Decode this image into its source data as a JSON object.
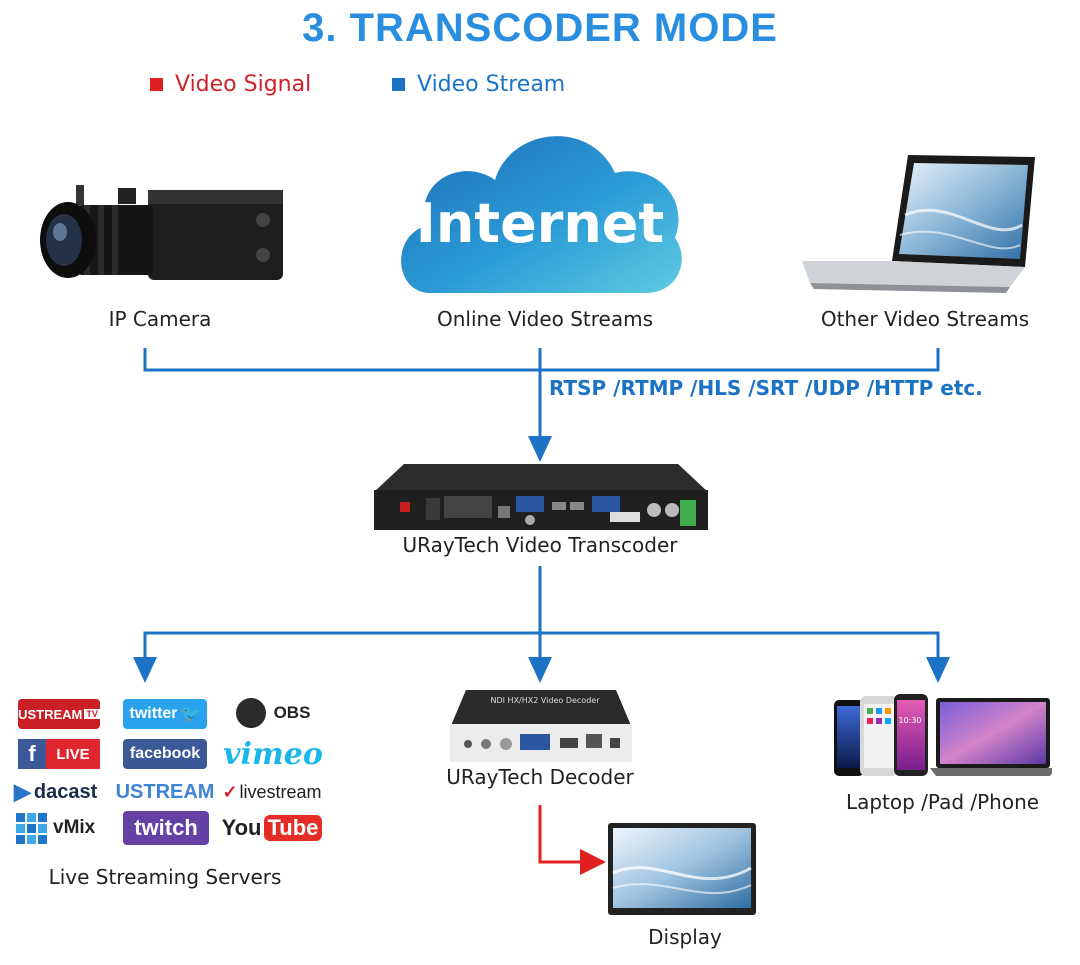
{
  "title": "3. TRANSCODER MODE",
  "colors": {
    "title": "#2a8ee0",
    "signal": "#e02020",
    "stream": "#1c72c5",
    "signal_text": "#d0202a",
    "stream_text": "#1a73c9"
  },
  "legend": {
    "signal": "Video Signal",
    "stream": "Video Stream"
  },
  "sources": {
    "camera": "IP Camera",
    "online": "Online Video Streams",
    "other": "Other Video Streams"
  },
  "cloud_text": "Internet",
  "protocols": "RTSP /RTMP /HLS /SRT /UDP /HTTP etc.",
  "transcoder": "URayTech Video Transcoder",
  "decoder": "URayTech Decoder",
  "decoder_panel_text": "NDI HX/HX2 Video Decoder",
  "display": "Display",
  "devices": "Laptop /Pad /Phone",
  "servers_label": "Live Streaming Servers",
  "phone_time": "10:30",
  "servers": {
    "ustreamtv": "USTREAM",
    "ustreamtv_badge": "TV",
    "twitter": "twitter",
    "obs": "OBS",
    "fb_live": "LIVE",
    "facebook": "facebook",
    "vimeo": "vimeo",
    "dacast": "dacast",
    "ustream": "USTREAM",
    "livestream": "livestream",
    "vmix": "vMix",
    "twitch": "twitch",
    "you": "You",
    "tube": "Tube"
  }
}
